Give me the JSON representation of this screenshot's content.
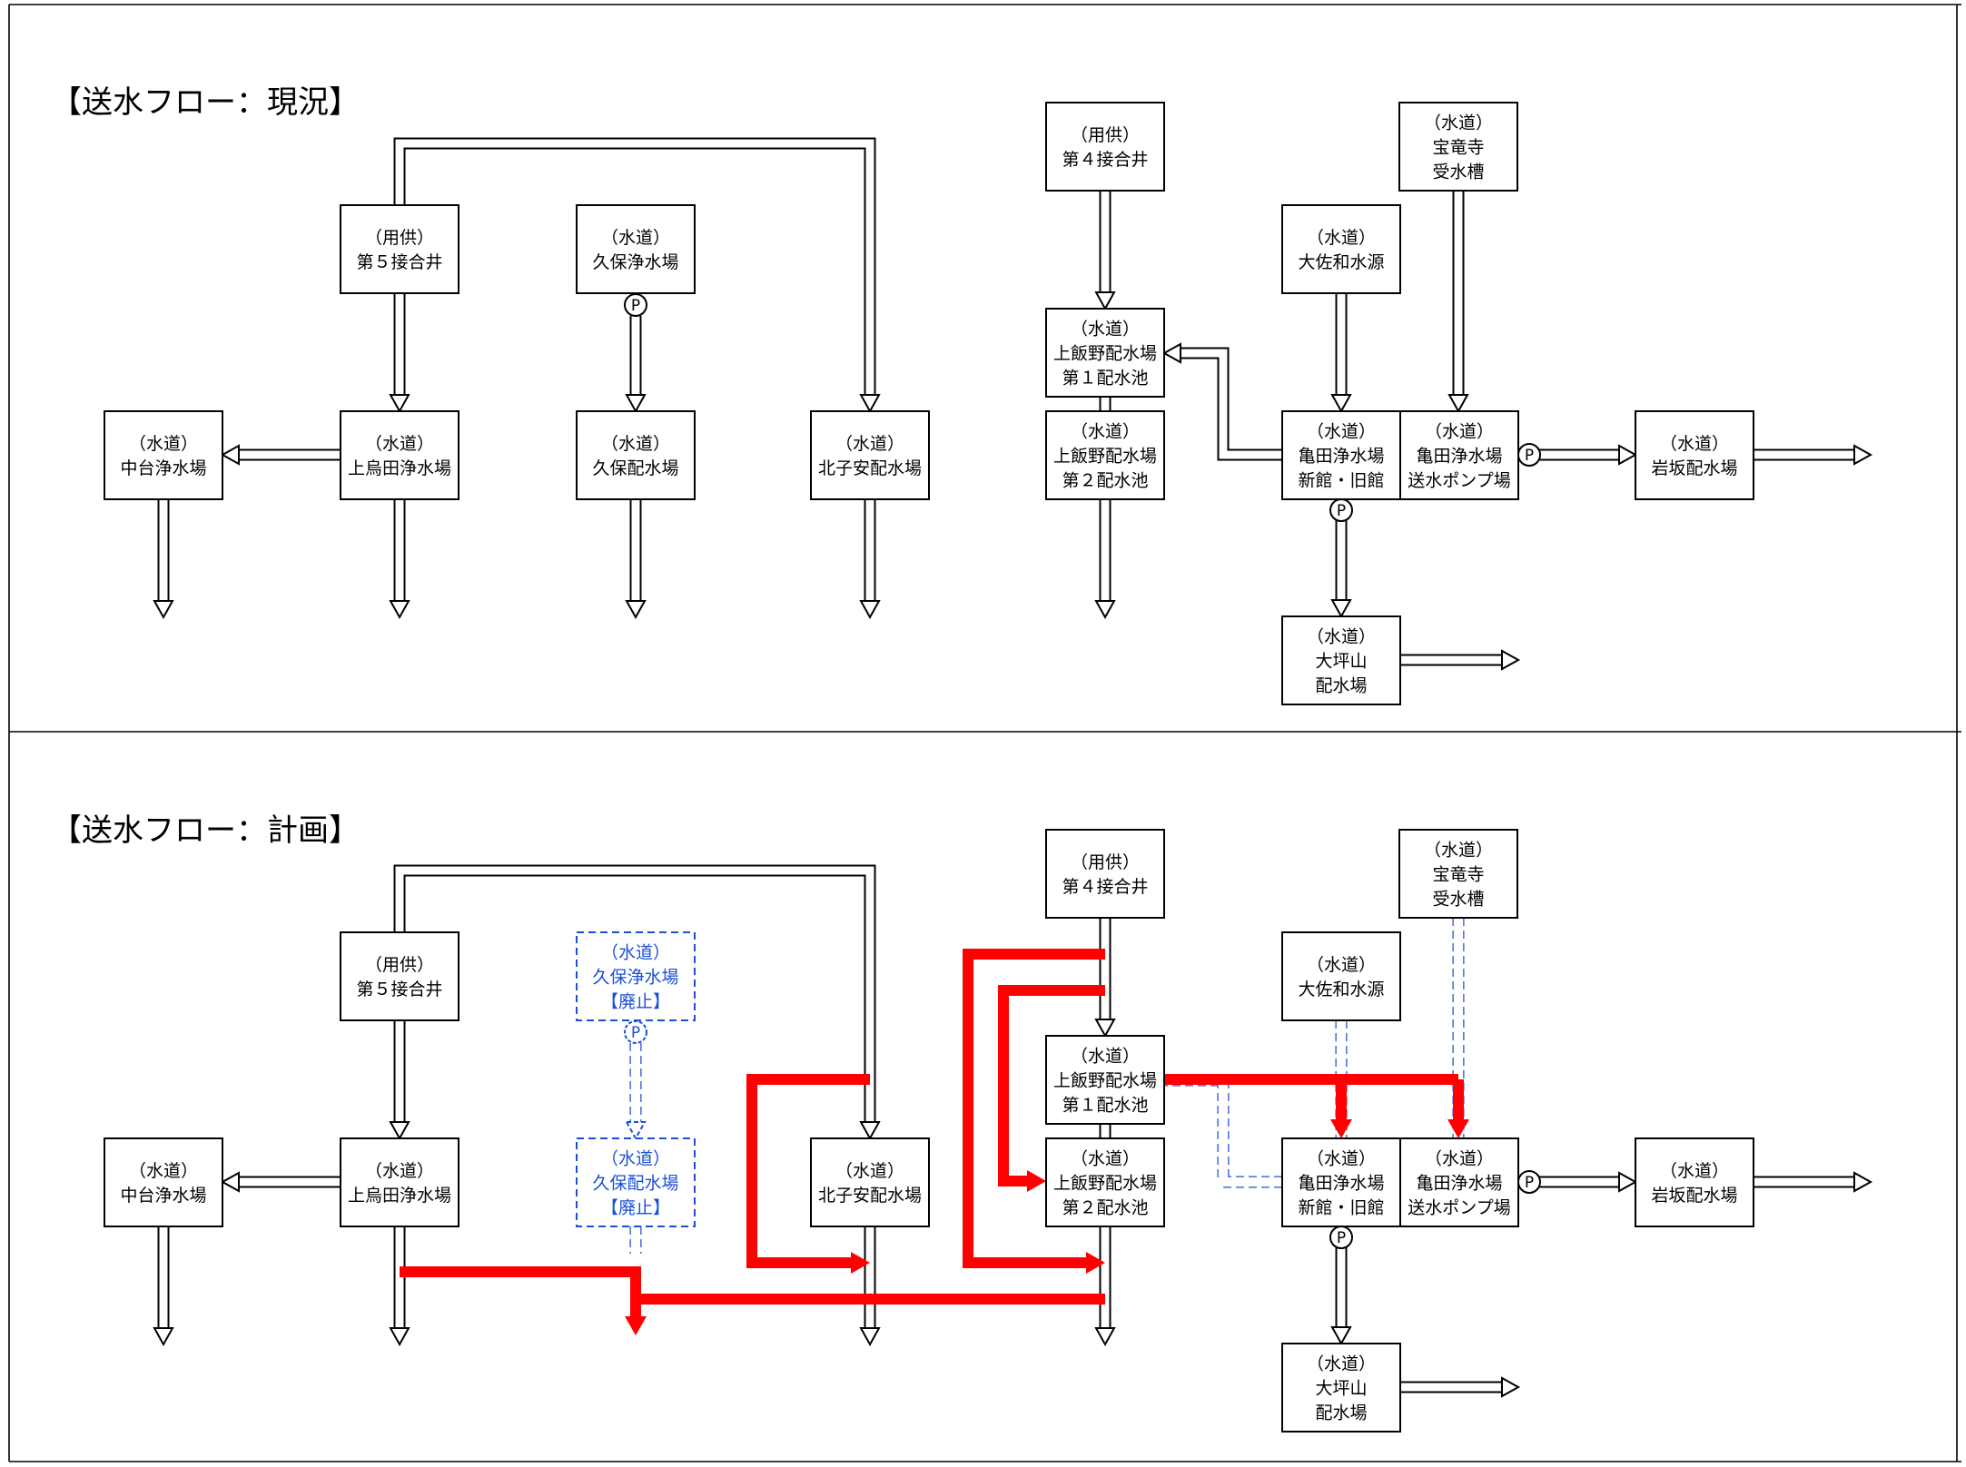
{
  "titles": {
    "current": "【送水フロー：現況】",
    "plan": "【送水フロー：計画】"
  },
  "pump_label": "P",
  "colors": {
    "red_flow": "#ff0000",
    "abolished": "#1a4fd6",
    "line": "#000000"
  },
  "nodes": {
    "supply5": [
      "（用供）",
      "第５接合井"
    ],
    "kubo_plant": [
      "（水道）",
      "久保浄水場"
    ],
    "kubo_plant_abolished": [
      "（水道）",
      "久保浄水場",
      "【廃止】"
    ],
    "nakadai": [
      "（水道）",
      "中台浄水場"
    ],
    "kamitorita": [
      "（水道）",
      "上烏田浄水場"
    ],
    "kubo_dist": [
      "（水道）",
      "久保配水場"
    ],
    "kubo_dist_abolished": [
      "（水道）",
      "久保配水場",
      "【廃止】"
    ],
    "kitakoyasu": [
      "（水道）",
      "北子安配水場"
    ],
    "supply4": [
      "（用供）",
      "第４接合井"
    ],
    "kamiiino1": [
      "（水道）",
      "上飯野配水場",
      "第１配水池"
    ],
    "kamiiino2": [
      "（水道）",
      "上飯野配水場",
      "第２配水池"
    ],
    "housenji": [
      "（水道）",
      "宝竜寺",
      "受水槽"
    ],
    "osawa": [
      "（水道）",
      "大佐和水源"
    ],
    "kameda_new": [
      "（水道）",
      "亀田浄水場",
      "新館・旧館"
    ],
    "kameda_pump": [
      "（水道）",
      "亀田浄水場",
      "送水ポンプ場"
    ],
    "iwasaka": [
      "（水道）",
      "岩坂配水場"
    ],
    "otsuboyama": [
      "（水道）",
      "大坪山",
      "配水場"
    ]
  }
}
